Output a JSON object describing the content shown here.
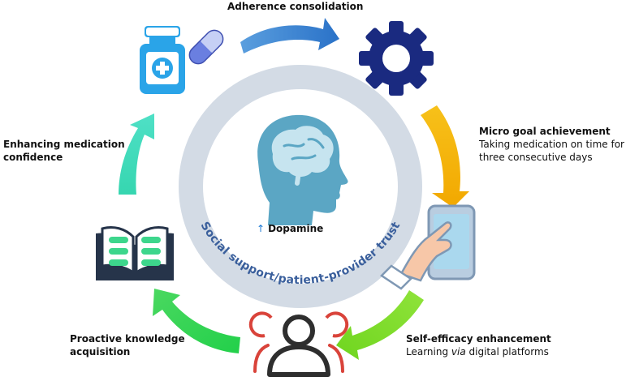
{
  "steps": {
    "adherence": {
      "title": "Adherence consolidation"
    },
    "micro_goal": {
      "title": "Micro goal achievement",
      "subtitle": "Taking medication on time for three consecutive days"
    },
    "self_efficacy": {
      "title": "Self-efficacy enhancement",
      "subtitle_pre": "Learning ",
      "subtitle_em": "via",
      "subtitle_post": " digital platforms"
    },
    "proactive": {
      "title": "Proactive knowledge acquisition"
    },
    "confidence": {
      "title": "Enhancing medication confidence"
    }
  },
  "center": {
    "ring_text": "Social support/patient-provider trust",
    "dopamine_arrow": "↑",
    "dopamine_label": "Dopamine"
  },
  "icons": [
    "medicine-bottle-icon",
    "pill-icon",
    "gear-icon",
    "smartphone-touch-icon",
    "people-icon",
    "open-book-icon",
    "brain-head-icon"
  ],
  "colors": {
    "ring": "#d3dbe5",
    "ring_text": "#3a5f9c",
    "arrow_blue": "#3b82d0",
    "arrow_yellow": "#f5b70a",
    "arrow_lime": "#7ddc2c",
    "arrow_green": "#30d44c",
    "arrow_teal": "#3ed9ba",
    "gear": "#1a2a80",
    "bottle": "#2aa4e8",
    "people": "#d9433a",
    "book_dark": "#26344a",
    "book_green": "#3dd68c",
    "brain_head": "#5ba6c4"
  }
}
